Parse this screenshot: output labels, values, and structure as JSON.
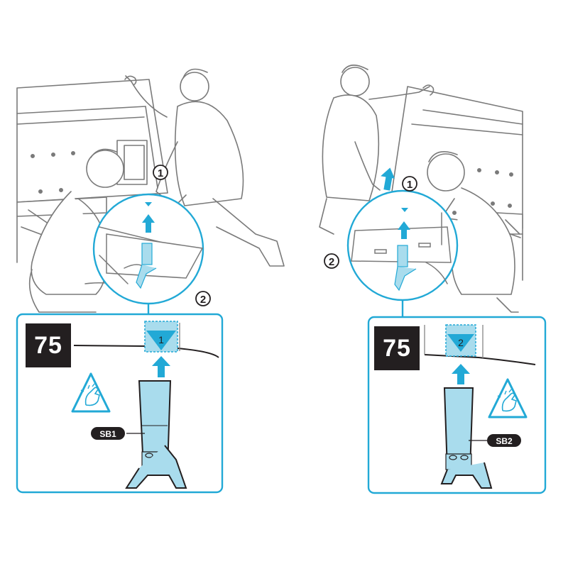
{
  "colors": {
    "accent": "#22a9d6",
    "stand_fill": "#a9dced",
    "line": "#6e6e6e",
    "badge_bg": "#231f20"
  },
  "left_panel": {
    "step_upper": "1",
    "step_lower": "2",
    "size": "75",
    "slot_number": "1",
    "part_label": "SB1",
    "caution_icon": "pinch-caution-icon"
  },
  "right_panel": {
    "step_upper": "1",
    "step_lower": "2",
    "size": "75",
    "slot_number": "2",
    "part_label": "SB2",
    "caution_icon": "pinch-caution-icon"
  }
}
